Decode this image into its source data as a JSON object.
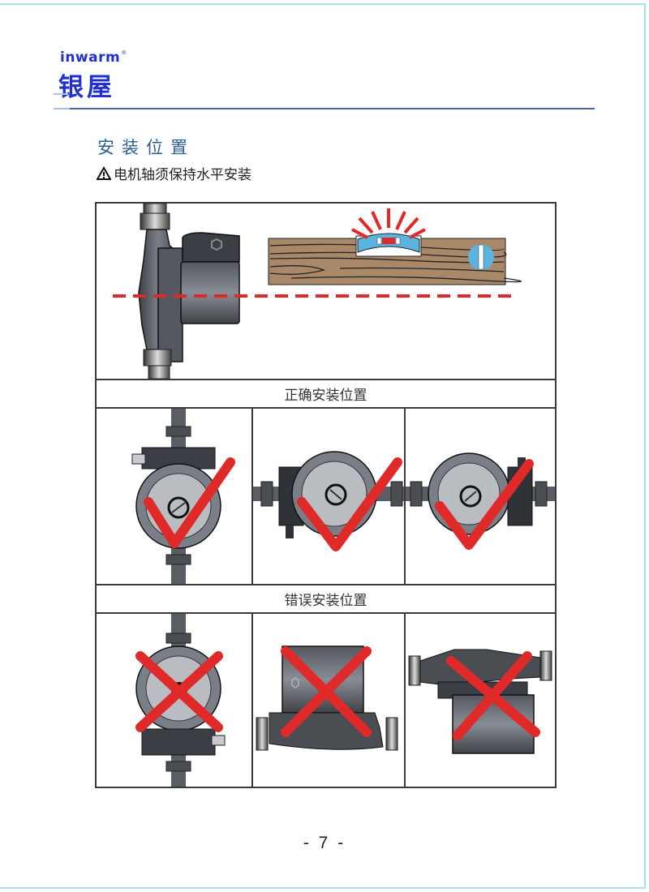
{
  "header": {
    "brand_en": "inwarm",
    "brand_reg": "®",
    "brand_cn": "银屋"
  },
  "section": {
    "title": "安装位置",
    "warning_icon": "warning-triangle-icon",
    "subtitle": "电机轴须保持水平安装"
  },
  "figure": {
    "top_panel": {
      "illustration": "pump-side-view-with-horizontal-level",
      "guide_line": "red-dashed-horizontal-axis"
    },
    "correct_label": "正确安装位置",
    "correct_cells": [
      {
        "orientation": "vertical-pipe, terminal-box-top",
        "mark": "check-icon"
      },
      {
        "orientation": "horizontal-pipe, terminal-box-left",
        "mark": "check-icon"
      },
      {
        "orientation": "horizontal-pipe, terminal-box-right",
        "mark": "check-icon"
      }
    ],
    "wrong_label": "错误安装位置",
    "wrong_cells": [
      {
        "orientation": "vertical-pipe, terminal-box-bottom",
        "mark": "cross-icon"
      },
      {
        "orientation": "motor-shaft-vertical-up",
        "mark": "cross-icon"
      },
      {
        "orientation": "motor-shaft-vertical-down",
        "mark": "cross-icon"
      }
    ]
  },
  "colors": {
    "brand_blue": "#1f2fd0",
    "title_blue": "#2d5d8f",
    "rule_blue": "#46679a",
    "mark_red": "#e02a2a",
    "pump_gray": "#5a5d63",
    "wood": "#a9886a",
    "level_blue": "#5bb3e0"
  },
  "footer": {
    "page_number": "- 7 -"
  }
}
